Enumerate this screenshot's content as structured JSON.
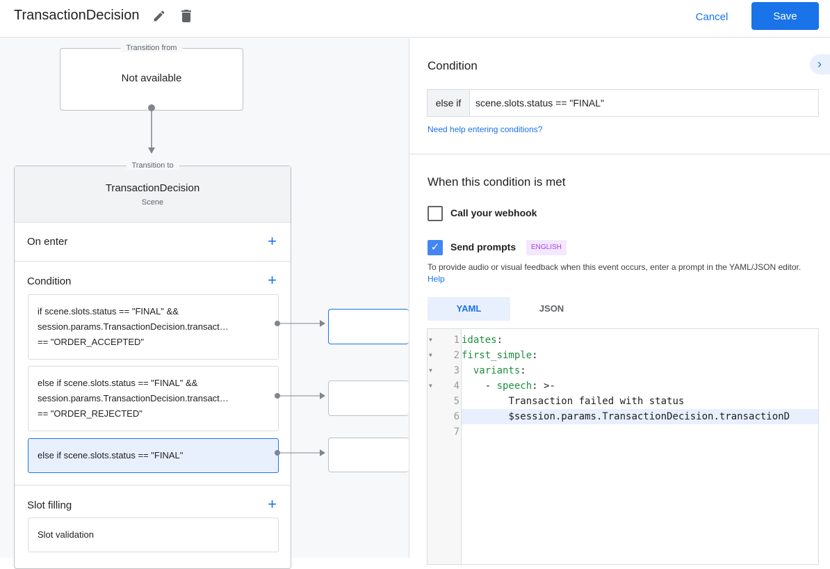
{
  "header": {
    "title": "TransactionDecision",
    "edit_icon": "pencil-icon",
    "delete_icon": "trash-icon",
    "cancel_label": "Cancel",
    "save_label": "Save"
  },
  "canvas": {
    "transition_from": {
      "legend": "Transition from",
      "value": "Not available"
    },
    "transition_to": {
      "legend": "Transition to",
      "scene_name": "TransactionDecision",
      "scene_type": "Scene"
    },
    "on_enter": {
      "label": "On enter"
    },
    "condition": {
      "label": "Condition",
      "cards": [
        {
          "lines": [
            "if scene.slots.status == \"FINAL\" &&",
            "session.params.TransactionDecision.transact…",
            "== \"ORDER_ACCEPTED\""
          ]
        },
        {
          "lines": [
            "else if scene.slots.status == \"FINAL\" &&",
            "session.params.TransactionDecision.transact…",
            "== \"ORDER_REJECTED\""
          ]
        },
        {
          "lines": [
            "else if scene.slots.status == \"FINAL\""
          ],
          "selected": true
        }
      ]
    },
    "slot_filling": {
      "label": "Slot filling",
      "validation": "Slot validation"
    }
  },
  "panel": {
    "condition_title": "Condition",
    "condition_prefix": "else if",
    "condition_value": "scene.slots.status == \"FINAL\"",
    "help_link": "Need help entering conditions?",
    "met_title": "When this condition is met",
    "webhook": {
      "label": "Call your webhook",
      "checked": false
    },
    "prompts": {
      "label": "Send prompts",
      "checked": true,
      "badge": "ENGLISH"
    },
    "description": "To provide audio or visual feedback when this event occurs, enter a prompt in the YAML/JSON editor.",
    "description_link": "Help",
    "tabs": [
      {
        "label": "YAML",
        "active": true
      },
      {
        "label": "JSON",
        "active": false
      }
    ],
    "editor": {
      "lines": [
        {
          "n": "1",
          "fold": true,
          "key": "idates",
          "rest": ":"
        },
        {
          "n": "2",
          "fold": true,
          "key": "first_simple",
          "rest": ":"
        },
        {
          "n": "3",
          "fold": true,
          "indent": "  ",
          "key": "variants",
          "rest": ":"
        },
        {
          "n": "4",
          "fold": true,
          "indent": "    - ",
          "key": "speech",
          "rest": ": >-"
        },
        {
          "n": "5",
          "fold": false,
          "indent": "        ",
          "key": "",
          "rest": "Transaction failed with status"
        },
        {
          "n": "6",
          "fold": false,
          "indent": "        ",
          "key": "",
          "rest": "$session.params.TransactionDecision.transactionD",
          "highlight": true
        },
        {
          "n": "7",
          "fold": false,
          "key": "",
          "rest": ""
        }
      ]
    }
  },
  "colors": {
    "accent": "#1a73e8",
    "selected_bg": "#e8f0fe",
    "badge_bg": "#f3e8fd",
    "badge_text": "#a142f4",
    "code_key": "#1e8e3e"
  }
}
